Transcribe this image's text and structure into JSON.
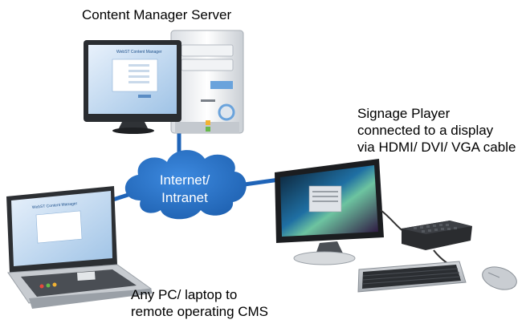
{
  "server": {
    "caption": "Content Manager Server",
    "screen_logo": "WebST Content Manager"
  },
  "cloud": {
    "lines": [
      "Internet/",
      "Intranet"
    ]
  },
  "player": {
    "caption_lines": [
      "Signage Player",
      "connected to a display",
      "via HDMI/ DVI/ VGA cable"
    ]
  },
  "laptop": {
    "caption_lines": [
      "Any PC/ laptop to",
      "remote operating CMS"
    ],
    "screen_logo": "WebST Content Manager"
  },
  "colors": {
    "network_line": "#1f64b8",
    "cloud_fill": "#2a73c9",
    "cloud_text": "#ffffff"
  }
}
